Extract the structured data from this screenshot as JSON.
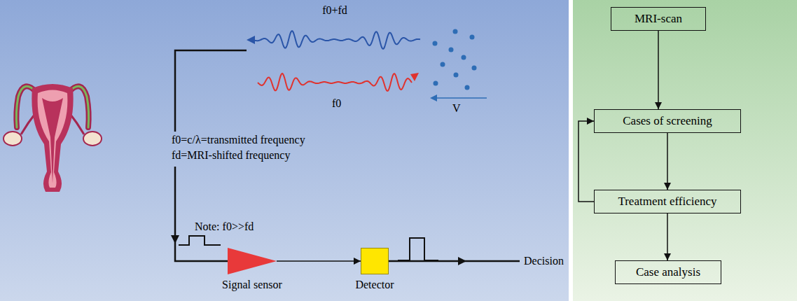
{
  "diagram": {
    "nodes": [
      {
        "text": [
          "Signal sensor"
        ]
      },
      {
        "text": [
          "Detector"
        ]
      },
      {
        "text": [
          "MRI-scan"
        ]
      },
      {
        "text": [
          "Cases of screening"
        ]
      },
      {
        "text": [
          "Treatment efficiency"
        ]
      },
      {
        "text": [
          "Case analysis"
        ]
      }
    ],
    "edges": [
      {
        "from": 0,
        "to": 1,
        "arrow": "to"
      },
      {
        "from": 2,
        "to": 3,
        "arrow": "to"
      },
      {
        "from": 3,
        "to": 4,
        "arrow": "to"
      },
      {
        "from": 4,
        "to": 3,
        "arrow": "to"
      },
      {
        "from": 4,
        "to": 5,
        "arrow": "to"
      }
    ],
    "labels": [
      "f0+fd",
      "f0",
      "V",
      "f0=c/λ=transmitted frequency",
      "fd=MRI-shifted frequency",
      "Note: f0>>fd",
      "Decision"
    ]
  }
}
